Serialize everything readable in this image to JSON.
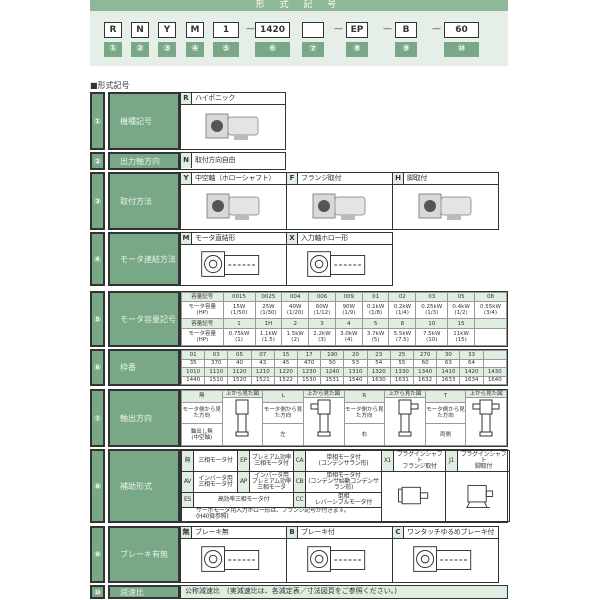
{
  "header": {
    "title": "形 式 記 号",
    "codes": [
      "R",
      "N",
      "Y",
      "M",
      "1",
      "1420",
      "",
      "EP",
      "B",
      "60"
    ],
    "numbers": [
      "①",
      "②",
      "③",
      "④",
      "⑤",
      "⑥",
      "⑦",
      "⑧",
      "⑨",
      "⑩"
    ],
    "dash": "—"
  },
  "section_title": "■形式記号",
  "rows": [
    {
      "num": "①",
      "label": "機種記号",
      "options": [
        {
          "k": "R",
          "v": "ハイポニック"
        }
      ]
    },
    {
      "num": "②",
      "label": "出力軸方向",
      "options": [
        {
          "k": "N",
          "v": "取付方向自由"
        }
      ]
    },
    {
      "num": "③",
      "label": "取付方法",
      "options": [
        {
          "k": "Y",
          "v": "中空軸（ホローシャフト）"
        },
        {
          "k": "F",
          "v": "フランジ取付"
        },
        {
          "k": "H",
          "v": "脚取付"
        }
      ]
    },
    {
      "num": "④",
      "label": "モータ連結方法",
      "options": [
        {
          "k": "M",
          "v": "モータ直結形"
        },
        {
          "k": "X",
          "v": "入力軸ホロー形"
        }
      ]
    },
    {
      "num": "⑤",
      "label": "モータ容量記号",
      "table": [
        [
          "容量記号",
          "0015",
          "0025",
          "004",
          "006",
          "009",
          "01",
          "02",
          "03",
          "05",
          "08"
        ],
        [
          "モータ容量\n(HP)",
          "15W\n(1/50)",
          "25W\n(1/30)",
          "40W\n(1/20)",
          "60W\n(1/12)",
          "90W\n(1/9)",
          "0.1kW\n(1/8)",
          "0.2kW\n(1/4)",
          "0.25kW\n(1/3)",
          "0.4kW\n(1/2)",
          "0.55kW\n(3/4)"
        ],
        [
          "容量記号",
          "1",
          "1H",
          "2",
          "3",
          "4",
          "5",
          "8",
          "10",
          "15",
          ""
        ],
        [
          "モータ容量\n(HP)",
          "0.75kW\n(1)",
          "1.1kW\n(1.5)",
          "1.5kW\n(2)",
          "2.2kW\n(3)",
          "3.0kW\n(4)",
          "3.7kW\n(5)",
          "5.5kW\n(7.5)",
          "7.5kW\n(10)",
          "11kW\n(15)",
          ""
        ]
      ]
    },
    {
      "num": "⑥",
      "label": "枠番",
      "table": [
        [
          "01",
          "03",
          "05",
          "07",
          "15",
          "17",
          "190",
          "20",
          "23",
          "25",
          "270",
          "30",
          "33",
          ""
        ],
        [
          "35",
          "370",
          "40",
          "43",
          "45",
          "470",
          "50",
          "53",
          "54",
          "55",
          "60",
          "63",
          "64",
          ""
        ],
        [
          "1010",
          "1110",
          "1120",
          "1210",
          "1220",
          "1230",
          "1240",
          "1310",
          "1320",
          "1330",
          "1340",
          "1410",
          "1420",
          "1430"
        ],
        [
          "1440",
          "1510",
          "1520",
          "1521",
          "1522",
          "1530",
          "1531",
          "1540",
          "1630",
          "1631",
          "1632",
          "1633",
          "1634",
          "1640"
        ]
      ]
    },
    {
      "num": "⑦",
      "label": "軸出方向",
      "top_view": "上から見た図",
      "motor_view": "モータ側から見た方向",
      "options": [
        {
          "k": "無",
          "v": "軸出し無\n(中空軸)"
        },
        {
          "k": "L",
          "v": "左"
        },
        {
          "k": "R",
          "v": "右"
        },
        {
          "k": "T",
          "v": "両側"
        }
      ]
    },
    {
      "num": "⑧",
      "label": "補助形式",
      "items": [
        {
          "k": "無",
          "v": "三相モータ付"
        },
        {
          "k": "EP",
          "v": "プレミアム効率\n三相モータ付"
        },
        {
          "k": "CA",
          "v": "単相モータ付\n(コンデンサラン形)"
        },
        {
          "k": "X1",
          "v": "プラグインシャフト\nフランジ取付"
        },
        {
          "k": "J1",
          "v": "プラグインシャフト\n脚取付"
        },
        {
          "k": "AV",
          "v": "インバータ用\n三相モータ付"
        },
        {
          "k": "AP",
          "v": "インバータ用\nプレミアム効率\n三相モータ"
        },
        {
          "k": "CB",
          "v": "単相モータ付\n(コンデンサ始動コンデンサラン形)"
        },
        {
          "k": "ES",
          "v": "高効率三相モータ付"
        },
        {
          "k": "CC",
          "v": "単相\nレバーシブルモータ付"
        }
      ],
      "note": "サーボモータ用入力ホロー形は、フランジ記号が付きます。\n(H40頁参照)"
    },
    {
      "num": "⑨",
      "label": "ブレーキ有無",
      "options": [
        {
          "k": "無",
          "v": "ブレーキ無"
        },
        {
          "k": "B",
          "v": "ブレーキ付"
        },
        {
          "k": "C",
          "v": "ワンタッチゆるめブレーキ付"
        }
      ]
    },
    {
      "num": "⑩",
      "label": "減速比",
      "text": "公称減速比　(実減速比は、各減定表／寸法図頁をご参照ください。)"
    }
  ],
  "colors": {
    "label_green": "#79a886",
    "light_green": "#dfeee0",
    "header_bg": "#e6efe7"
  }
}
